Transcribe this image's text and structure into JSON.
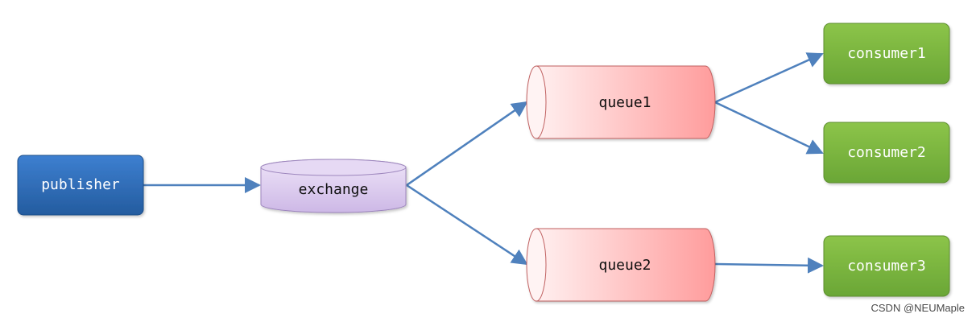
{
  "nodes": {
    "publisher": {
      "label": "publisher"
    },
    "exchange": {
      "label": "exchange"
    },
    "queue1": {
      "label": "queue1"
    },
    "queue2": {
      "label": "queue2"
    },
    "consumer1": {
      "label": "consumer1"
    },
    "consumer2": {
      "label": "consumer2"
    },
    "consumer3": {
      "label": "consumer3"
    }
  },
  "edges": [
    {
      "from": "publisher",
      "to": "exchange"
    },
    {
      "from": "exchange",
      "to": "queue1"
    },
    {
      "from": "exchange",
      "to": "queue2"
    },
    {
      "from": "queue1",
      "to": "consumer1"
    },
    {
      "from": "queue1",
      "to": "consumer2"
    },
    {
      "from": "queue2",
      "to": "consumer3"
    }
  ],
  "watermark": "CSDN @NEUMaple",
  "colors": {
    "publisher": "#2f6fb8",
    "exchange": "#d9c8ec",
    "queue": "#ff9f9f",
    "consumer": "#7cb342",
    "arrow": "#4f81bd"
  }
}
